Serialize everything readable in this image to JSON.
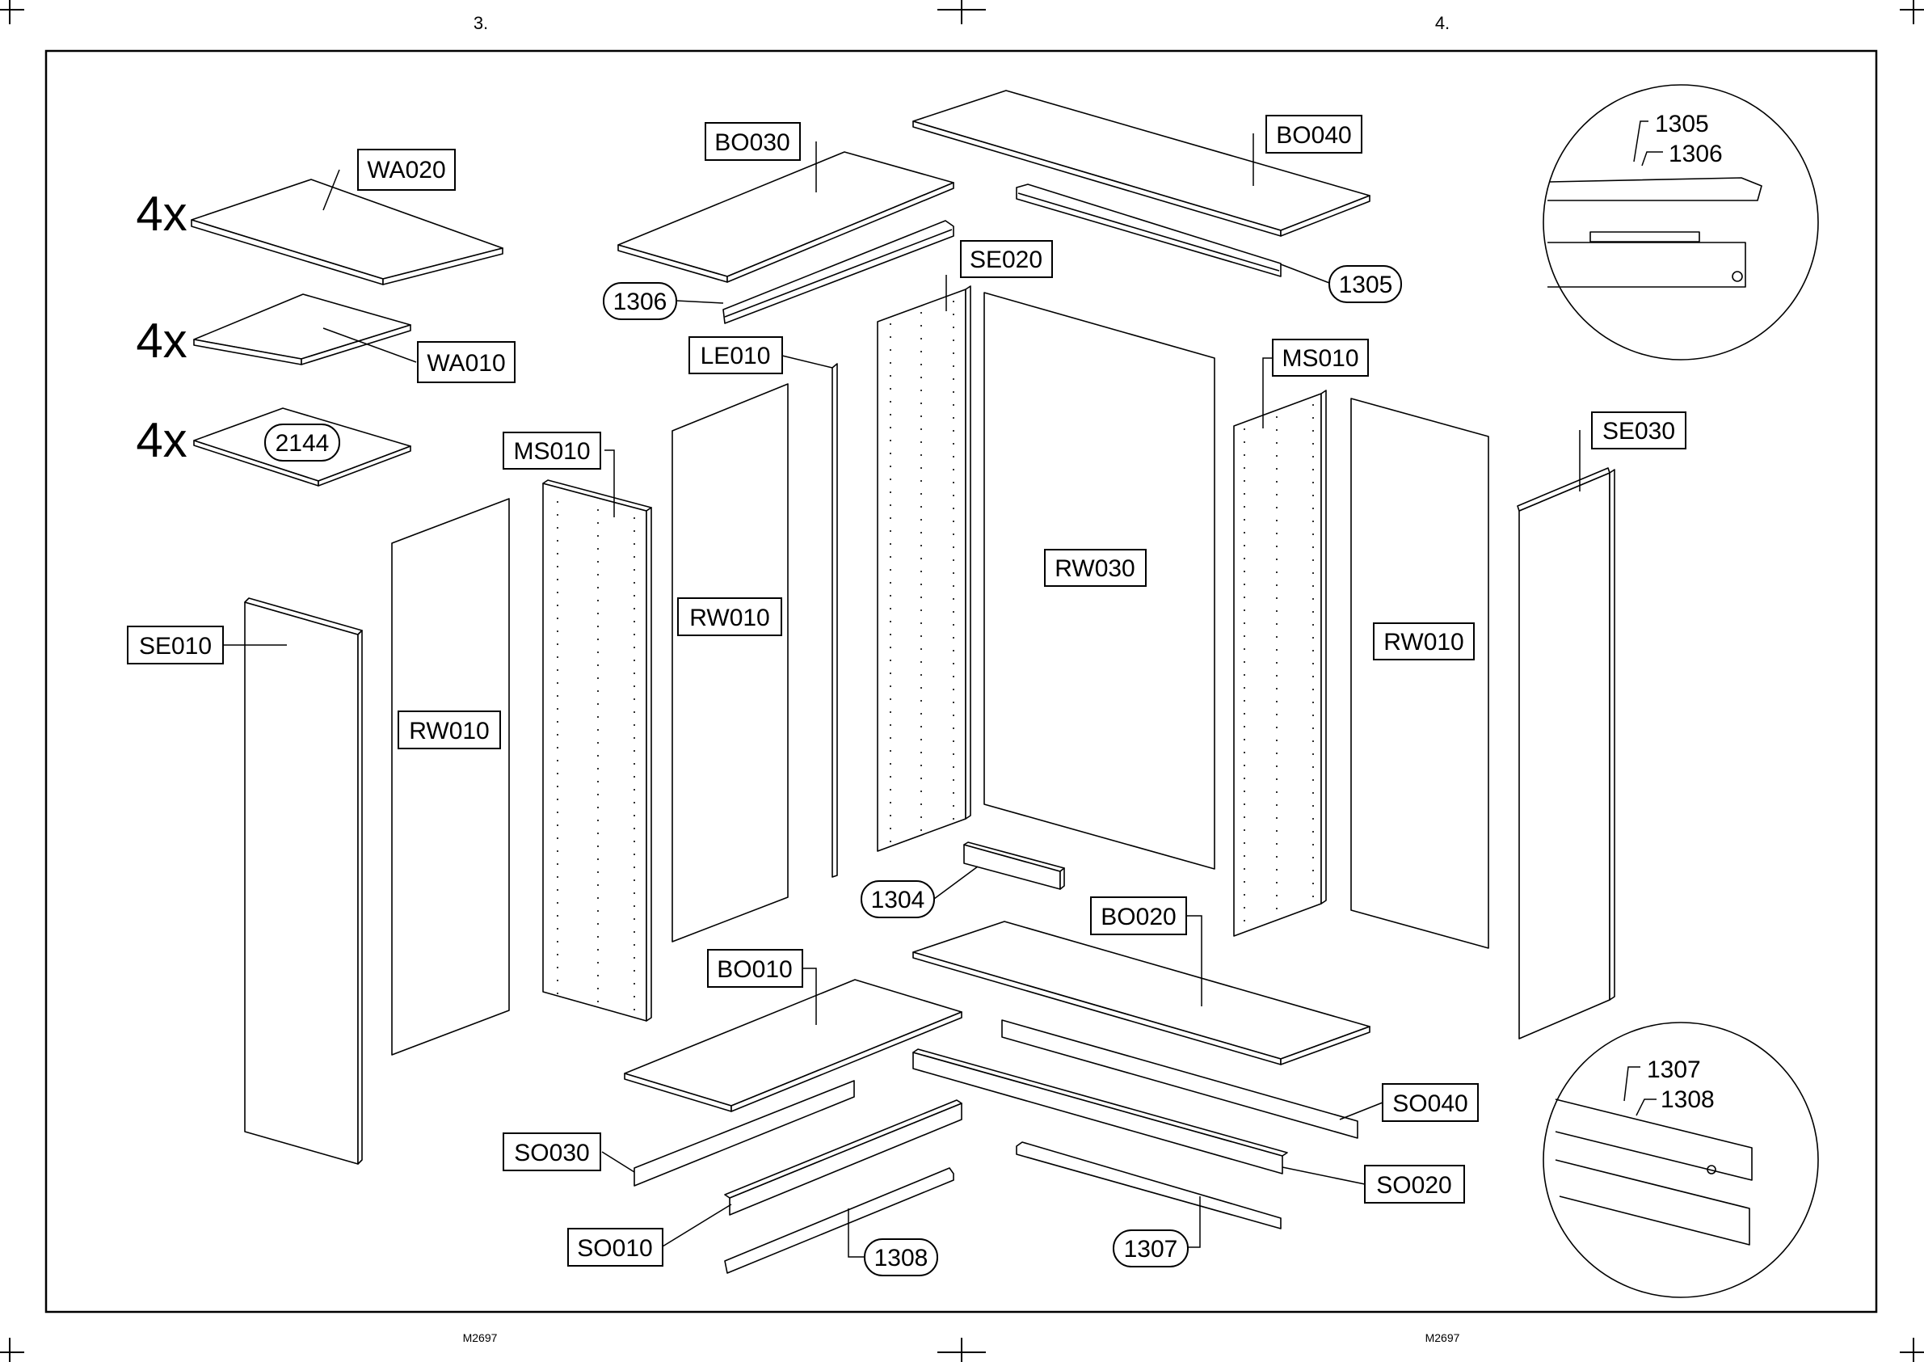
{
  "page": {
    "number_left": "3.",
    "number_right": "4.",
    "code_left": "M2697",
    "code_right": "M2697"
  },
  "quantities": {
    "wa020": "4x",
    "wa010": "4x",
    "part2144": "4x"
  },
  "labels": {
    "wa020": "WA020",
    "wa010": "WA010",
    "p2144": "2144",
    "bo030": "BO030",
    "bo040": "BO040",
    "p1306": "1306",
    "p1305": "1305",
    "se020": "SE020",
    "le010": "LE010",
    "ms010_right": "MS010",
    "ms010_left": "MS010",
    "se030": "SE030",
    "rw030": "RW030",
    "rw010_mid": "RW010",
    "rw010_right": "RW010",
    "rw010_left": "RW010",
    "se010": "SE010",
    "p1304": "1304",
    "bo020": "BO020",
    "bo010": "BO010",
    "so040": "SO040",
    "so030": "SO030",
    "so020": "SO020",
    "so010": "SO010",
    "p1308": "1308",
    "p1307": "1307"
  },
  "details": {
    "top": {
      "line1": "1305",
      "line2": "1306"
    },
    "bottom": {
      "line1": "1307",
      "line2": "1308"
    }
  }
}
